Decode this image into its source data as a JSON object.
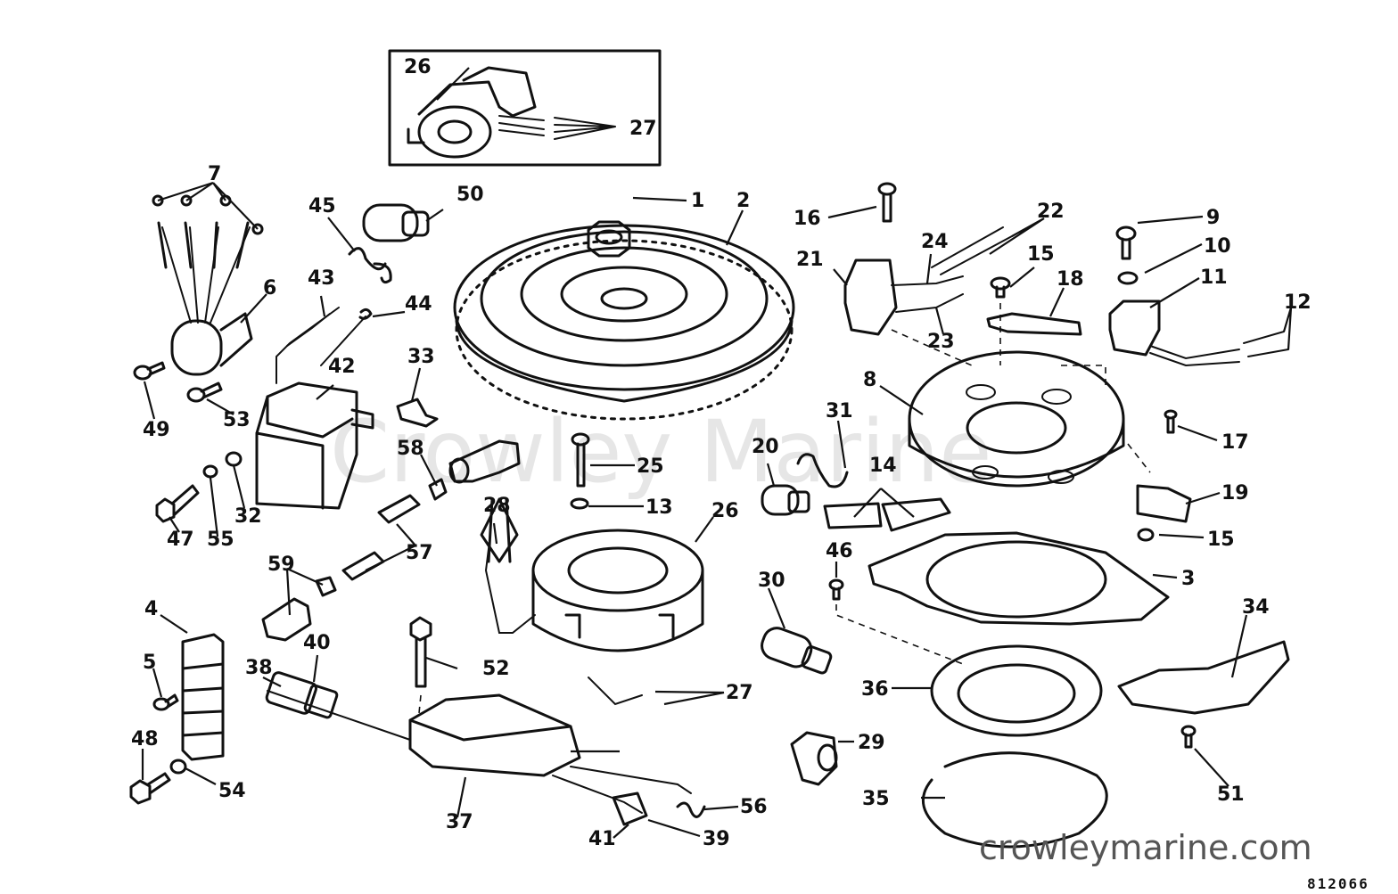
{
  "watermark_text": "Crowley Marine",
  "site_url": "crowleymarine.com",
  "diagram_code": "812066",
  "callouts": [
    {
      "id": "c1",
      "label": "1"
    },
    {
      "id": "c2",
      "label": "2"
    },
    {
      "id": "c3",
      "label": "3"
    },
    {
      "id": "c4",
      "label": "4"
    },
    {
      "id": "c5",
      "label": "5"
    },
    {
      "id": "c6",
      "label": "6"
    },
    {
      "id": "c7",
      "label": "7"
    },
    {
      "id": "c8",
      "label": "8"
    },
    {
      "id": "c9",
      "label": "9"
    },
    {
      "id": "c10",
      "label": "10"
    },
    {
      "id": "c11",
      "label": "11"
    },
    {
      "id": "c12",
      "label": "12"
    },
    {
      "id": "c13",
      "label": "13"
    },
    {
      "id": "c14",
      "label": "14"
    },
    {
      "id": "c15a",
      "label": "15"
    },
    {
      "id": "c15b",
      "label": "15"
    },
    {
      "id": "c16",
      "label": "16"
    },
    {
      "id": "c17",
      "label": "17"
    },
    {
      "id": "c18",
      "label": "18"
    },
    {
      "id": "c19",
      "label": "19"
    },
    {
      "id": "c20",
      "label": "20"
    },
    {
      "id": "c21",
      "label": "21"
    },
    {
      "id": "c22",
      "label": "22"
    },
    {
      "id": "c23",
      "label": "23"
    },
    {
      "id": "c24",
      "label": "24"
    },
    {
      "id": "c25",
      "label": "25"
    },
    {
      "id": "c26a",
      "label": "26"
    },
    {
      "id": "c26b",
      "label": "26"
    },
    {
      "id": "c27a",
      "label": "27"
    },
    {
      "id": "c27b",
      "label": "27"
    },
    {
      "id": "c28",
      "label": "28"
    },
    {
      "id": "c29",
      "label": "29"
    },
    {
      "id": "c30",
      "label": "30"
    },
    {
      "id": "c31",
      "label": "31"
    },
    {
      "id": "c32",
      "label": "32"
    },
    {
      "id": "c33",
      "label": "33"
    },
    {
      "id": "c34",
      "label": "34"
    },
    {
      "id": "c35",
      "label": "35"
    },
    {
      "id": "c36",
      "label": "36"
    },
    {
      "id": "c37",
      "label": "37"
    },
    {
      "id": "c38",
      "label": "38"
    },
    {
      "id": "c39",
      "label": "39"
    },
    {
      "id": "c40",
      "label": "40"
    },
    {
      "id": "c41",
      "label": "41"
    },
    {
      "id": "c42",
      "label": "42"
    },
    {
      "id": "c43",
      "label": "43"
    },
    {
      "id": "c44",
      "label": "44"
    },
    {
      "id": "c45",
      "label": "45"
    },
    {
      "id": "c46",
      "label": "46"
    },
    {
      "id": "c47",
      "label": "47"
    },
    {
      "id": "c48",
      "label": "48"
    },
    {
      "id": "c49",
      "label": "49"
    },
    {
      "id": "c50",
      "label": "50"
    },
    {
      "id": "c51",
      "label": "51"
    },
    {
      "id": "c52",
      "label": "52"
    },
    {
      "id": "c53",
      "label": "53"
    },
    {
      "id": "c54",
      "label": "54"
    },
    {
      "id": "c55",
      "label": "55"
    },
    {
      "id": "c56",
      "label": "56"
    },
    {
      "id": "c57",
      "label": "57"
    },
    {
      "id": "c58",
      "label": "58"
    },
    {
      "id": "c59",
      "label": "59"
    }
  ]
}
